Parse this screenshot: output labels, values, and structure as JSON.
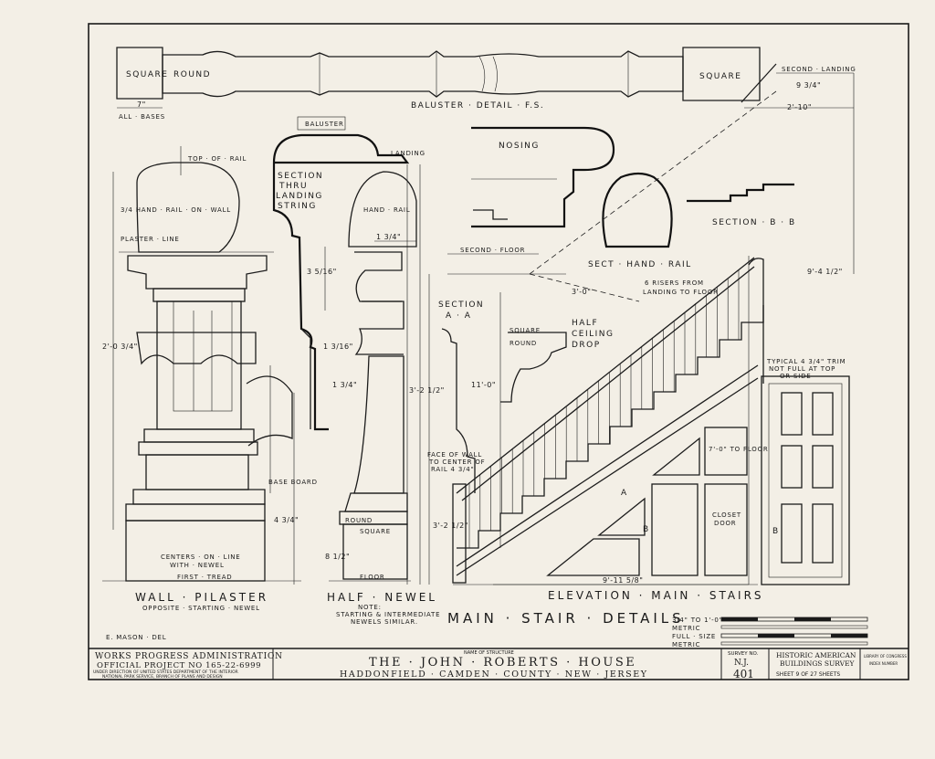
{
  "drawing": {
    "main_title": "MAIN · STAIR · DETAILS",
    "drafter": "E. MASON · DEL",
    "scale_labels": [
      "3/4\" TO 1'-0\"",
      "METRIC",
      "FULL · SIZE",
      "METRIC"
    ]
  },
  "details": {
    "baluster": {
      "title": "BALUSTER · DETAIL · F.S.",
      "square_left": "SQUARE",
      "round": "ROUND",
      "square_right": "SQUARE",
      "all_bases": "ALL · BASES",
      "dim_seven": "7\""
    },
    "landing": {
      "second_landing": "SECOND · LANDING",
      "dim_a": "9 3/4\"",
      "dim_b": "2'-10\""
    },
    "section_thru": {
      "baluster": "BALUSTER",
      "landing": "LANDING",
      "title_lines": [
        "SECTION",
        "THRU",
        "LANDING",
        "STRING"
      ],
      "dim_a": "3 5/16\"",
      "dim_b": "1 3/16\"",
      "dim_c": "1 3/4\""
    },
    "nosing": {
      "title": "NOSING"
    },
    "section_bb": {
      "title": "SECTION · B · B"
    },
    "sect_hand_rail": {
      "title": "SECT · HAND · RAIL"
    },
    "wall_pilaster": {
      "title": "WALL · PILASTER",
      "subtitle": "OPPOSITE · STARTING · NEWEL",
      "top_of_rail": "TOP · OF · RAIL",
      "hand_rail_on_wall": "3/4 HAND · RAIL · ON · WALL",
      "plaster_line": "PLASTER · LINE",
      "dim_height": "2'-0 3/4\"",
      "centers_line_1": "CENTERS · ON · LINE",
      "centers_line_2": "WITH · NEWEL",
      "first_tread": "FIRST · TREAD",
      "base_board": "BASE BOARD",
      "dim_base": "4 3/4\""
    },
    "half_newel": {
      "title": "HALF · NEWEL",
      "note_1": "NOTE:",
      "note_2": "STARTING & INTERMEDIATE",
      "note_3": "NEWELS SIMILAR.",
      "hand_rail": "HAND · RAIL",
      "dim_top": "1 3/4\"",
      "dim_height": "3'-2 1/2\"",
      "round": "ROUND",
      "square": "SQUARE",
      "floor": "FLOOR",
      "dim_base": "8 1/2\""
    },
    "section_aa": {
      "title_1": "SECTION",
      "title_2": "A · A",
      "second_floor": "SECOND · FLOOR",
      "dim_height": "11'-0\"",
      "dim_run": "3'-0\""
    },
    "half_ceiling": {
      "square": "SQUARE",
      "round": "ROUND",
      "title_lines": [
        "HALF",
        "CEILING",
        "DROP"
      ]
    },
    "elevation": {
      "title": "ELEVATION · MAIN · STAIRS",
      "risers_note_1": "6 RISERS FROM",
      "risers_note_2": "LANDING TO FLOOR",
      "typical": "TYPICAL 4 3/4\" TRIM",
      "typical_2": "NOT FULL AT TOP",
      "typical_3": "OR SIDE",
      "face_of_wall_1": "FACE OF WALL",
      "face_of_wall_2": "TO CENTER OF",
      "face_of_wall_3": "RAIL 4 3/4\"",
      "closet_door_1": "CLOSET",
      "closet_door_2": "DOOR",
      "section_mark_a": "A",
      "section_mark_b": "B",
      "dim_total_height": "9'-4 1/2\"",
      "dim_run_total": "9'-11 5/8\"",
      "dim_riser": "3'-2 1/2\"",
      "dim_door": "7'-0\" TO FLOOR"
    }
  },
  "title_block": {
    "agency_1": "WORKS PROGRESS ADMINISTRATION",
    "agency_2": "OFFICIAL PROJECT NO 165-22-6999",
    "agency_3": "UNDER DIRECTION OF UNITED STATES DEPARTMENT OF THE INTERIOR",
    "agency_4": "NATIONAL PARK SERVICE, BRANCH OF PLANS AND DESIGN",
    "name_label": "NAME OF STRUCTURE",
    "structure": "THE · JOHN · ROBERTS · HOUSE",
    "location": "HADDONFIELD · CAMDEN · COUNTY · NEW · JERSEY",
    "survey_label": "SURVEY NO.",
    "survey_state": "N.J.",
    "survey_number": "401",
    "habs_1": "HISTORIC AMERICAN",
    "habs_2": "BUILDINGS SURVEY",
    "sheet": "SHEET 9 OF 27 SHEETS",
    "library_1": "LIBRARY OF CONGRESS",
    "library_2": "INDEX NUMBER"
  }
}
